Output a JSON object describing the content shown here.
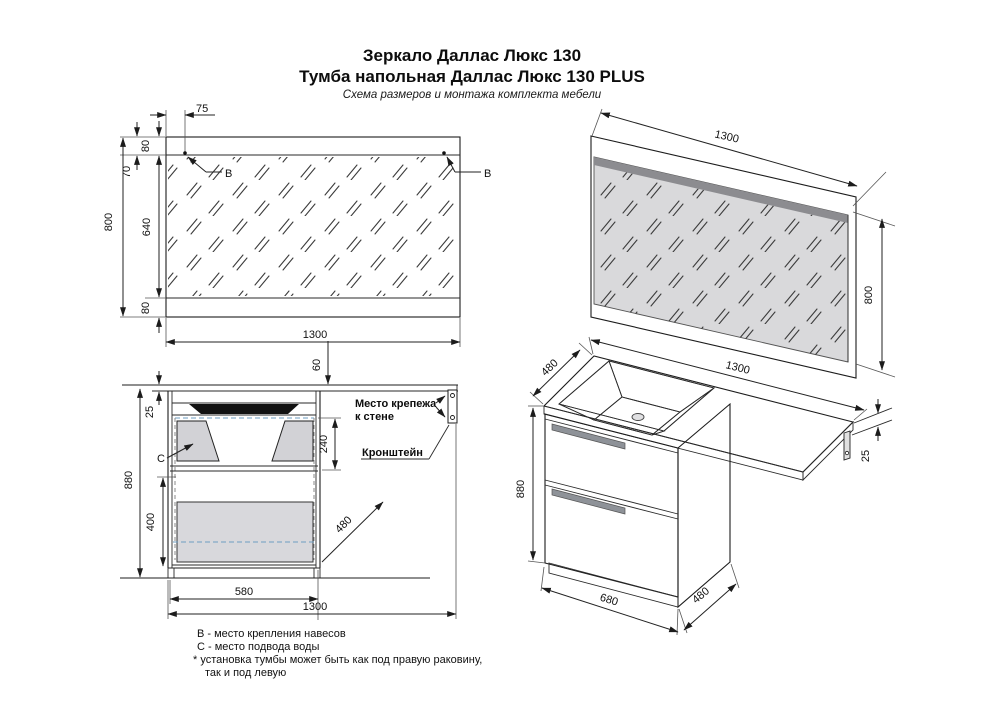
{
  "title": {
    "line1": "Зеркало Даллас Люкс 130",
    "line2": "Тумба напольная Даллас Люкс 130 PLUS",
    "subtitle": "Схема размеров и монтажа комплекта мебели"
  },
  "mirror_front": {
    "width": "1300",
    "height": "800",
    "glass_height": "640",
    "border_top": "80",
    "border_bottom": "80",
    "hook_offset_x": "75",
    "hook_offset_y": "70",
    "hook_left": "B",
    "hook_right": "B"
  },
  "mirror_persp": {
    "width": "1300",
    "height": "800"
  },
  "cabinet_front": {
    "top_gap": "60",
    "countertop_thickness": "25",
    "basin_depth": "240",
    "height": "880",
    "drawer_height": "400",
    "depth": "480",
    "body_width": "580",
    "total_width": "1300",
    "water_point": "C",
    "wall_mount_line1": "Место крепежа",
    "wall_mount_line2": "к стене",
    "bracket_label": "Кронштейн"
  },
  "cabinet_persp": {
    "depth_top": "480",
    "width": "1300",
    "overhang": "25",
    "height": "880",
    "body_width": "680",
    "depth_bottom": "480"
  },
  "notes": {
    "line_b": "В - место крепления навесов",
    "line_c": "С - место подвода воды",
    "line_star1": "* установка тумбы может быть как под правую раковину,",
    "line_star2": "так и под левую"
  },
  "colors": {
    "glass_gray": "#d9d9db",
    "shadow_band": "#8c8c90",
    "panel_gray": "#dcdce0",
    "sink_black": "#111111",
    "dash_blue": "#6e9ec2"
  }
}
